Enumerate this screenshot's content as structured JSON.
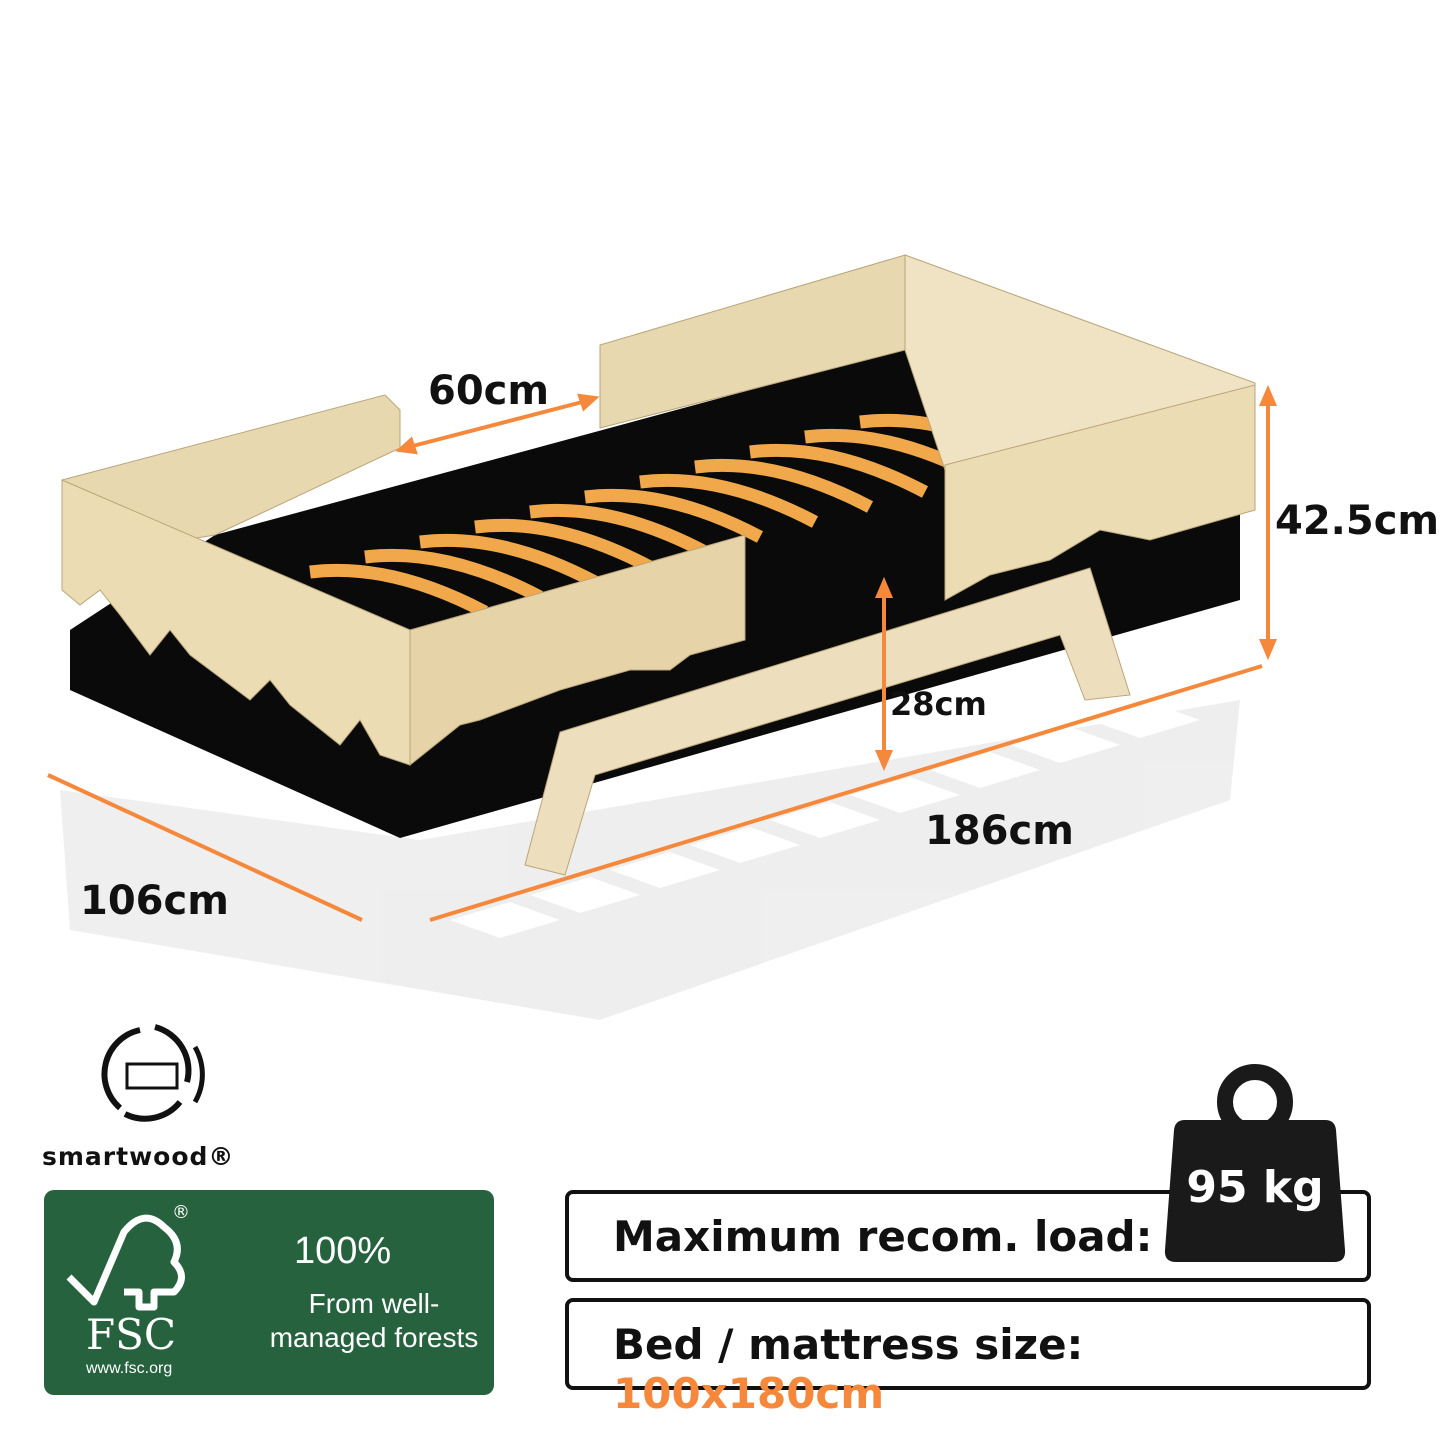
{
  "dimensions": {
    "width": "60cm",
    "height": "42.5cm",
    "leg_height": "28cm",
    "length": "186cm",
    "depth": "106cm"
  },
  "logos": {
    "smartwood": "smartwood®",
    "fsc": {
      "registered": "®",
      "percent": "100%",
      "line1": "From well-",
      "line2": "managed forests",
      "name": "FSC",
      "url": "www.fsc.org"
    }
  },
  "specs": {
    "load_label": "Maximum recom. load:",
    "load_value": "95 kg",
    "size_label": "Bed / mattress size:",
    "size_value": "100x180cm"
  },
  "colors": {
    "accent": "#f5883a",
    "fsc_green": "#27623f",
    "wood": "#eadcb8",
    "slat": "#f0a84a"
  }
}
